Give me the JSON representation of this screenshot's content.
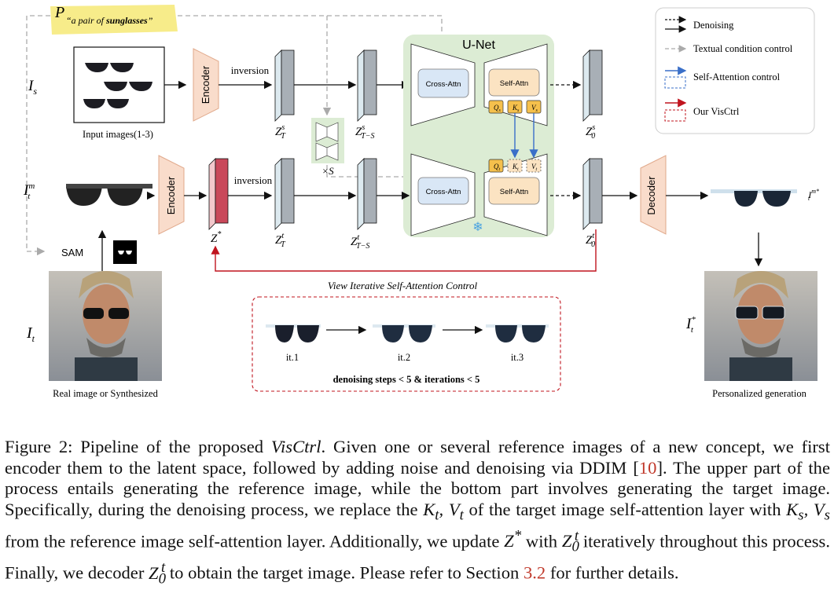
{
  "figure": {
    "prompt_var": "P",
    "prompt_text": "“a pair of ",
    "prompt_bold": "sunglasses",
    "prompt_close": "”",
    "label_Is": "I",
    "label_Is_sub": "s",
    "input_caption": "Input images(1-3)",
    "encoder_top": "Encoder",
    "encoder_bottom": "Encoder",
    "decoder": "Decoder",
    "inversion_top": "inversion",
    "inversion_bottom": "inversion",
    "unet_title": "U-Net",
    "cross_attn_top": "Cross-Attn",
    "cross_attn_bottom": "Cross-Attn",
    "self_attn_top": "Self-Attn",
    "self_attn_bottom": "Self-Attn",
    "q_s": "Q",
    "k_s": "K",
    "v_s": "V",
    "q_t": "Q",
    "k_t": "K",
    "v_t": "V",
    "times_s": "×S",
    "sam": "SAM",
    "view_iter_title": "View Iterative Self-Attention Control",
    "it1": "it.1",
    "it2": "it.2",
    "it3": "it.3",
    "iter_note": "denoising steps < 5 & iterations < 5",
    "real_caption": "Real image or Synthesized",
    "personalized_caption": "Personalized generation",
    "legend": {
      "denoising": "Denoising",
      "textual": "Textual condition control",
      "self_attn": "Self-Attention control",
      "visctrl": "Our VisCtrl"
    }
  },
  "caption": {
    "p1": "Figure 2: Pipeline of the proposed ",
    "p1_em": "VisCtrl",
    "p2": ". Given one or several reference images of a new concept, we first encoder them to the latent space, followed by adding noise and denoising via DDIM [",
    "ref1": "10",
    "p3": "]. The upper part of the process entails generating the reference image, while the bottom part involves generating the target image. Specifically, during the denoising process, we replace the ",
    "math1": "K_t, V_t",
    "p4": " of the target image self-attention layer with ",
    "math2": "K_s, V_s",
    "p5": " from the reference image self-attention layer. Additionally, we update ",
    "math3": "Z*",
    "p6": " with ",
    "math4": "Z_0^t",
    "p7": " iteratively throughout this process. Finally, we decoder ",
    "math5": "Z_0^t",
    "p8": " to obtain the target image. Please refer to Section ",
    "ref2": "3.2",
    "p9": " for further details."
  }
}
